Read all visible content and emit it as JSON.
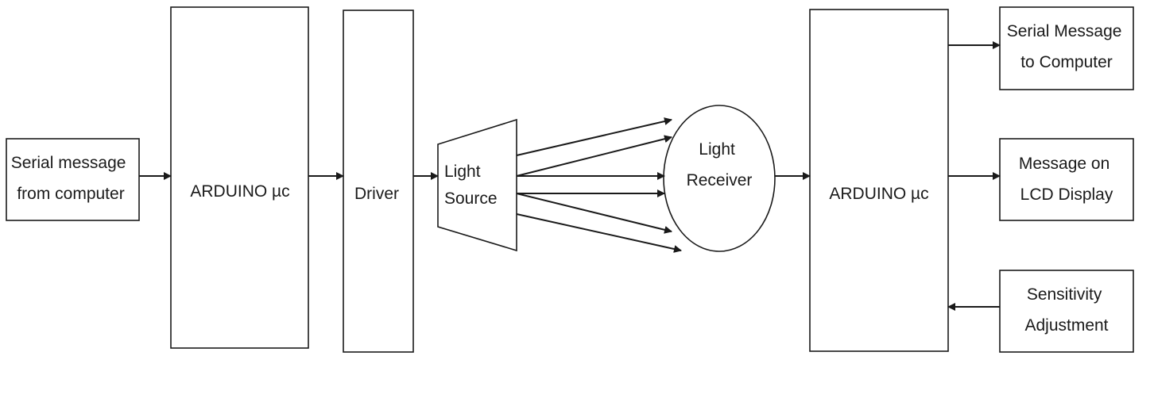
{
  "blocks": {
    "serial_in": {
      "lines": [
        "Serial message",
        "from computer"
      ]
    },
    "arduino_tx": {
      "label": "ARDUINO µc"
    },
    "driver": {
      "label": "Driver"
    },
    "light_source": {
      "lines": [
        "Light",
        "Source"
      ]
    },
    "light_receiver": {
      "lines": [
        "Light",
        "Receiver"
      ]
    },
    "arduino_rx": {
      "label": "ARDUINO µc"
    },
    "serial_out": {
      "lines": [
        "Serial Message",
        "to Computer"
      ]
    },
    "lcd": {
      "lines": [
        "Message on",
        "LCD Display"
      ]
    },
    "sensitivity": {
      "lines": [
        "Sensitivity",
        "Adjustment"
      ]
    }
  },
  "colors": {
    "stroke": "#1a1a1a",
    "background": "#ffffff"
  }
}
